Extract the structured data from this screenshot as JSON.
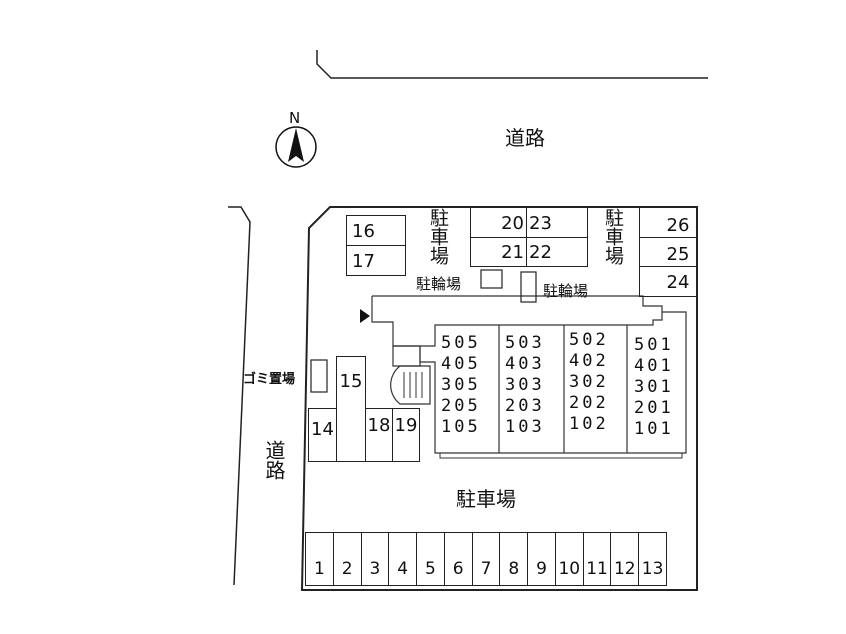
{
  "compass": {
    "label": "N"
  },
  "roads": {
    "north_label": "道路",
    "west_label": "道路"
  },
  "parking_labels": {
    "north_center": "駐車場",
    "north_east": "駐車場",
    "south": "駐車場"
  },
  "bicycle_parking": {
    "left": "駐輪場",
    "right": "駐輪場"
  },
  "garbage": {
    "label": "ゴミ置場"
  },
  "spaces": {
    "top_left": [
      "16",
      "17"
    ],
    "top_center": [
      "20",
      "23",
      "21",
      "22"
    ],
    "top_right": [
      "26",
      "25",
      "24"
    ],
    "west_side": [
      "15",
      "14",
      "18",
      "19"
    ],
    "bottom_row": [
      "1",
      "2",
      "3",
      "4",
      "5",
      "6",
      "7",
      "8",
      "9",
      "10",
      "11",
      "12",
      "13"
    ]
  },
  "building_rooms": [
    [
      "505",
      "405",
      "305",
      "205",
      "105"
    ],
    [
      "503",
      "403",
      "303",
      "203",
      "103"
    ],
    [
      "502",
      "402",
      "302",
      "202",
      "102"
    ],
    [
      "501",
      "401",
      "301",
      "201",
      "101"
    ]
  ]
}
